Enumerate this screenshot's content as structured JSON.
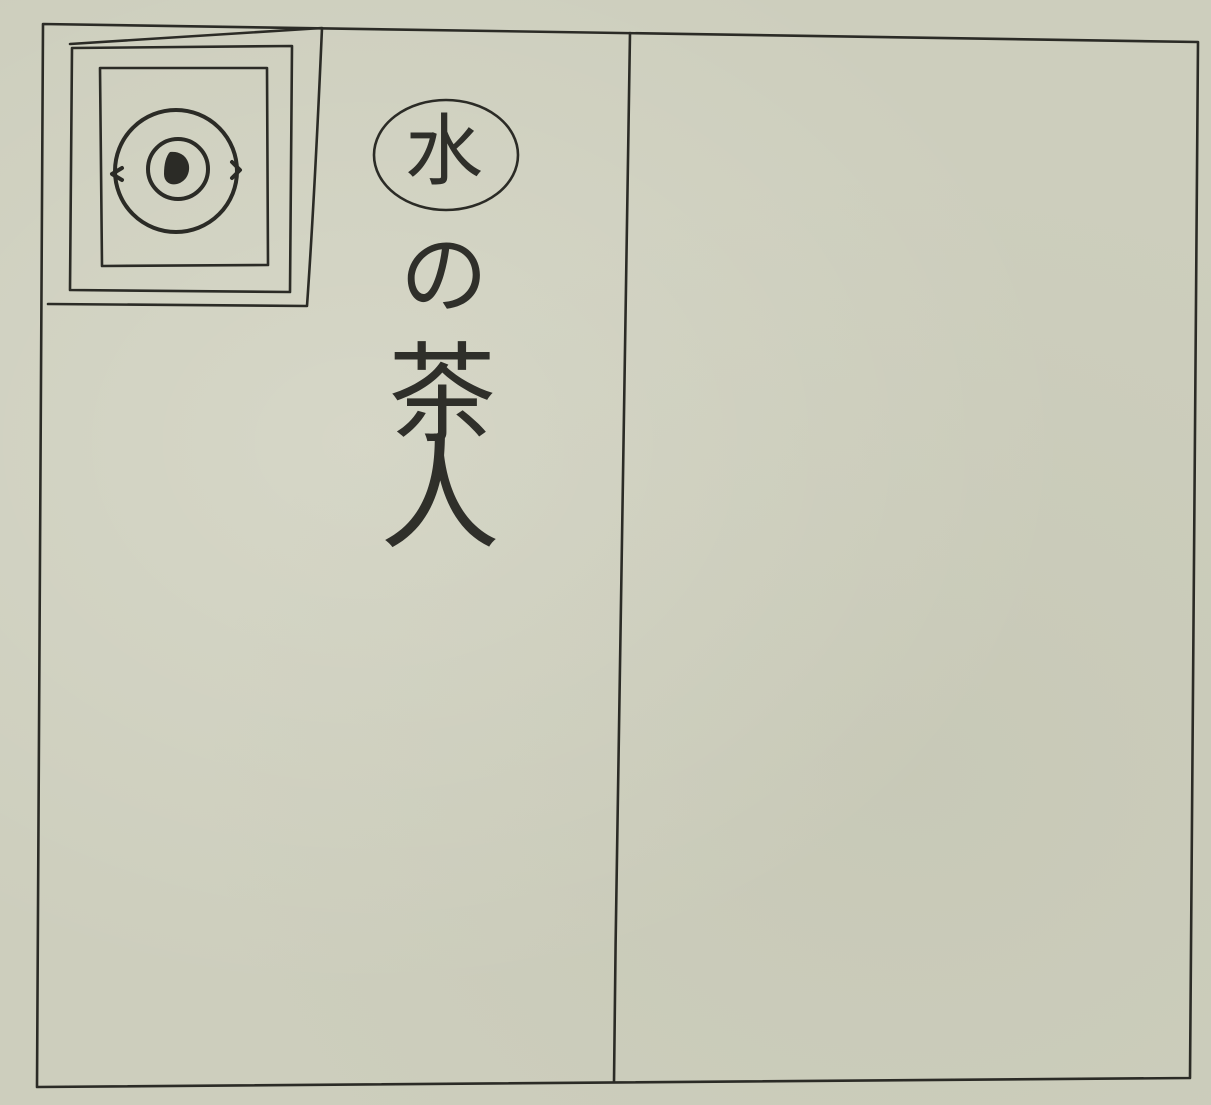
{
  "sketch": {
    "circled_character": "水",
    "text_particle": "の",
    "text_word_1": "茶",
    "text_word_2": "人"
  },
  "colors": {
    "paper": "#cdcebd",
    "ink": "#2b2b26"
  }
}
